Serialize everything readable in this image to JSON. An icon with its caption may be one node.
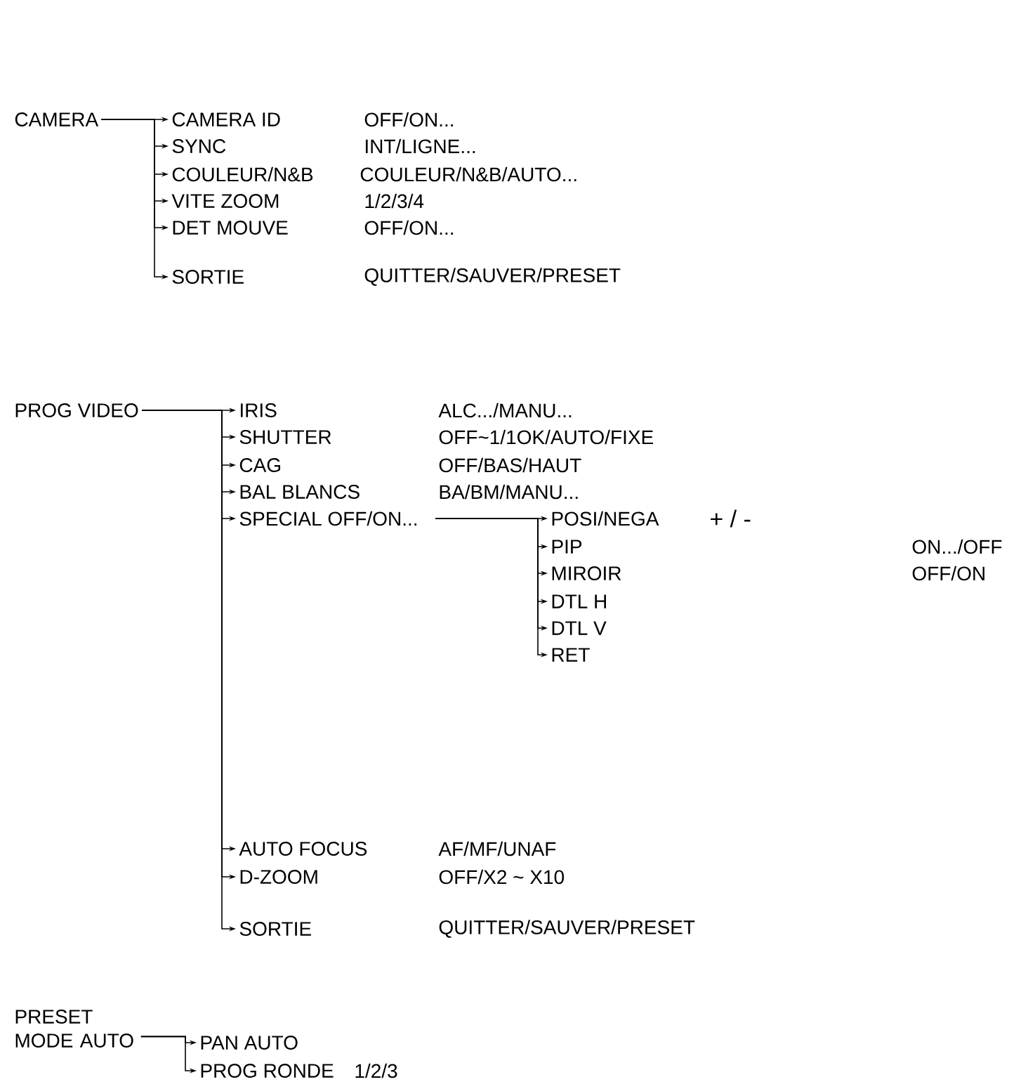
{
  "diagram": {
    "nodes": [
      {
        "text": [
          "CAMERA"
        ]
      },
      {
        "text": [
          "CAMERA ID"
        ]
      },
      {
        "text": [
          "SYNC"
        ]
      },
      {
        "text": [
          "COULEUR/N&B"
        ]
      },
      {
        "text": [
          "VITE ZOOM"
        ]
      },
      {
        "text": [
          "DET MOUVE"
        ]
      },
      {
        "text": [
          "SORTIE"
        ]
      },
      {
        "text": [
          "PROG VIDEO"
        ]
      },
      {
        "text": [
          "IRIS"
        ]
      },
      {
        "text": [
          "SHUTTER"
        ]
      },
      {
        "text": [
          "CAG"
        ]
      },
      {
        "text": [
          "BAL BLANCS"
        ]
      },
      {
        "text": [
          "SPECIAL OFF/ON..."
        ]
      },
      {
        "text": [
          "POSI/NEGA"
        ]
      },
      {
        "text": [
          "PIP"
        ]
      },
      {
        "text": [
          "MIROIR"
        ]
      },
      {
        "text": [
          "DTL H"
        ]
      },
      {
        "text": [
          "DTL V"
        ]
      },
      {
        "text": [
          "RET"
        ]
      },
      {
        "text": [
          "AUTO FOCUS"
        ]
      },
      {
        "text": [
          "D-ZOOM"
        ]
      },
      {
        "text": [
          "SORTIE"
        ]
      },
      {
        "text": [
          "PRESET MODE AUTO"
        ]
      },
      {
        "text": [
          "PAN AUTO"
        ]
      },
      {
        "text": [
          "PROG RONDE"
        ]
      }
    ],
    "edges": [
      {
        "from": 0,
        "to": 1,
        "arrow": "to"
      },
      {
        "from": 0,
        "to": 2,
        "arrow": "to"
      },
      {
        "from": 0,
        "to": 3,
        "arrow": "to"
      },
      {
        "from": 0,
        "to": 4,
        "arrow": "to"
      },
      {
        "from": 0,
        "to": 5,
        "arrow": "to"
      },
      {
        "from": 0,
        "to": 6,
        "arrow": "to"
      },
      {
        "from": 7,
        "to": 8,
        "arrow": "to"
      },
      {
        "from": 7,
        "to": 9,
        "arrow": "to"
      },
      {
        "from": 7,
        "to": 10,
        "arrow": "to"
      },
      {
        "from": 7,
        "to": 11,
        "arrow": "to"
      },
      {
        "from": 7,
        "to": 12,
        "arrow": "to"
      },
      {
        "from": 12,
        "to": 13,
        "arrow": "to"
      },
      {
        "from": 12,
        "to": 14,
        "arrow": "to"
      },
      {
        "from": 12,
        "to": 15,
        "arrow": "to"
      },
      {
        "from": 12,
        "to": 16,
        "arrow": "to"
      },
      {
        "from": 12,
        "to": 17,
        "arrow": "to"
      },
      {
        "from": 12,
        "to": 18,
        "arrow": "to"
      },
      {
        "from": 7,
        "to": 19,
        "arrow": "to"
      },
      {
        "from": 7,
        "to": 20,
        "arrow": "to"
      },
      {
        "from": 7,
        "to": 21,
        "arrow": "to"
      },
      {
        "from": 22,
        "to": 23,
        "arrow": "to"
      },
      {
        "from": 22,
        "to": 24,
        "arrow": "to"
      }
    ],
    "labels": [
      "OFF/ON...",
      "INT/LIGNE...",
      "COULEUR/N&B/AUTO...",
      "1/2/3/4",
      "OFF/ON...",
      "QUITTER/SAUVER/PRESET",
      "ALC.../MANU...",
      "OFF~1/1OK/AUTO/FIXE",
      "OFF/BAS/HAUT",
      "BA/BM/MANU...",
      "+ / -",
      "ON.../OFF",
      "OFF/ON",
      "AF/MF/UNAF",
      "OFF/X2 ~ X10",
      "QUITTER/SAUVER/PRESET",
      "1/2/3"
    ]
  }
}
